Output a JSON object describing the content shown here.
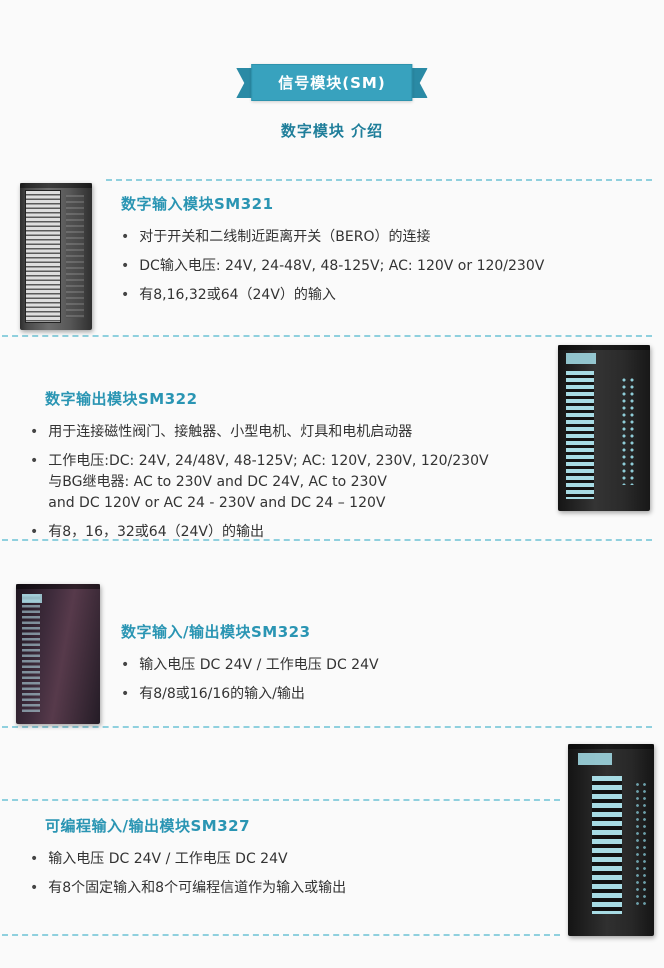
{
  "page": {
    "banner_title": "信号模块(SM)",
    "subtitle": "数字模块 介绍"
  },
  "glyphs": {
    "bullet": "•"
  },
  "colors": {
    "accent": "#2a95b3",
    "banner": "#38a2be",
    "divider": "#8fd0de",
    "text": "#333333"
  },
  "sections": [
    {
      "id": "sm321",
      "image": "sm321-module-photo",
      "image_side": "left",
      "title": "数字输入模块SM321",
      "bullets": [
        "对于开关和二线制近距离开关（BERO）的连接",
        "DC输入电压: 24V, 24-48V, 48-125V; AC: 120V or 120/230V",
        "有8,16,32或64（24V）的输入"
      ]
    },
    {
      "id": "sm322",
      "image": "sm322-module-photo",
      "image_side": "right",
      "title": "数字输出模块SM322",
      "bullets": [
        "用于连接磁性阀门、接触器、小型电机、灯具和电机启动器",
        "工作电压:DC: 24V, 24/48V, 48-125V; AC: 120V, 230V, 120/230V\n与BG继电器: AC to 230V and DC 24V, AC to 230V\nand DC 120V or AC 24 - 230V and DC 24 – 120V",
        "有8，16，32或64（24V）的输出"
      ]
    },
    {
      "id": "sm323",
      "image": "sm323-module-photo",
      "image_side": "left",
      "title": "数字输入/输出模块SM323",
      "bullets": [
        "输入电压 DC 24V / 工作电压 DC 24V",
        "有8/8或16/16的输入/输出"
      ]
    },
    {
      "id": "sm327",
      "image": "sm327-module-photo",
      "image_side": "right",
      "title": "可编程输入/输出模块SM327",
      "bullets": [
        "输入电压 DC 24V / 工作电压 DC 24V",
        "有8个固定输入和8个可编程信道作为输入或输出"
      ]
    }
  ]
}
